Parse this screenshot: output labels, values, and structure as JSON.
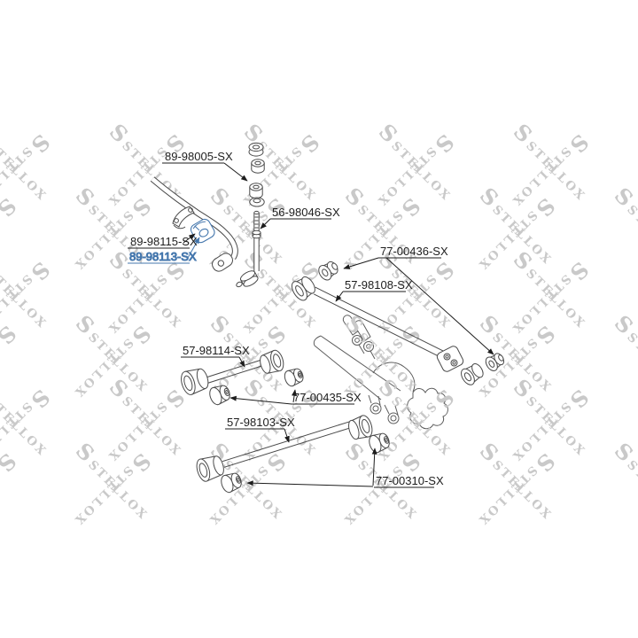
{
  "watermark": {
    "logo": "S",
    "brand": "STELLOX",
    "color": "#c9c9c9"
  },
  "diagram": {
    "colors": {
      "line": "#4a4a4a",
      "label": "#1d1d1d",
      "highlight": "#4577ad"
    },
    "labels": [
      {
        "text": "89-98005-SX",
        "highlighted": false
      },
      {
        "text": "56-98046-SX",
        "highlighted": false
      },
      {
        "text": "89-98115-SX",
        "highlighted": false
      },
      {
        "text": "89-98113-SX",
        "highlighted": true
      },
      {
        "text": "77-00436-SX",
        "highlighted": false
      },
      {
        "text": "57-98108-SX",
        "highlighted": false
      },
      {
        "text": "57-98114-SX",
        "highlighted": false
      },
      {
        "text": "77-00435-SX",
        "highlighted": false
      },
      {
        "text": "57-98103-SX",
        "highlighted": false
      },
      {
        "text": "77-00310-SX",
        "highlighted": false
      }
    ]
  }
}
